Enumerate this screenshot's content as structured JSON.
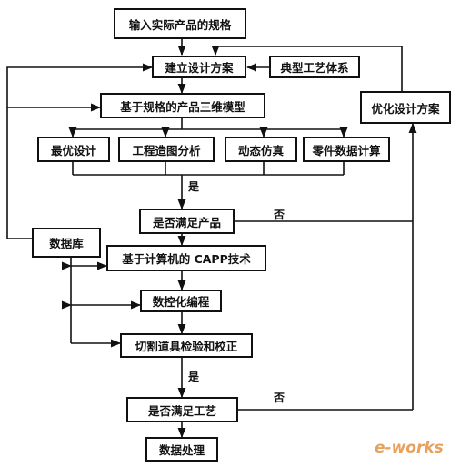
{
  "nodes": {
    "input_spec": "输入实际产品的规格",
    "build_plan": "建立设计方案",
    "typical_process": "典型工艺体系",
    "model_3d": "基于规格的产品三维模型",
    "optimal_design": "最优设计",
    "drawing_analysis": "工程造图分析",
    "dynamic_sim": "动态仿真",
    "part_calc": "零件数据计算",
    "meet_product": "是否满足产品",
    "database": "数据库",
    "capp": "基于计算机的 CAPP技术",
    "nc_programming": "数控化编程",
    "tool_check": "切割道具检验和校正",
    "meet_process": "是否满足工艺",
    "data_processing": "数据处理",
    "optimize_plan": "优化设计方案"
  },
  "labels": {
    "yes_1": "是",
    "no_1": "否",
    "yes_2": "是",
    "no_2": "否"
  },
  "watermark": {
    "text": "e-works",
    "color": "#e8a15a"
  }
}
